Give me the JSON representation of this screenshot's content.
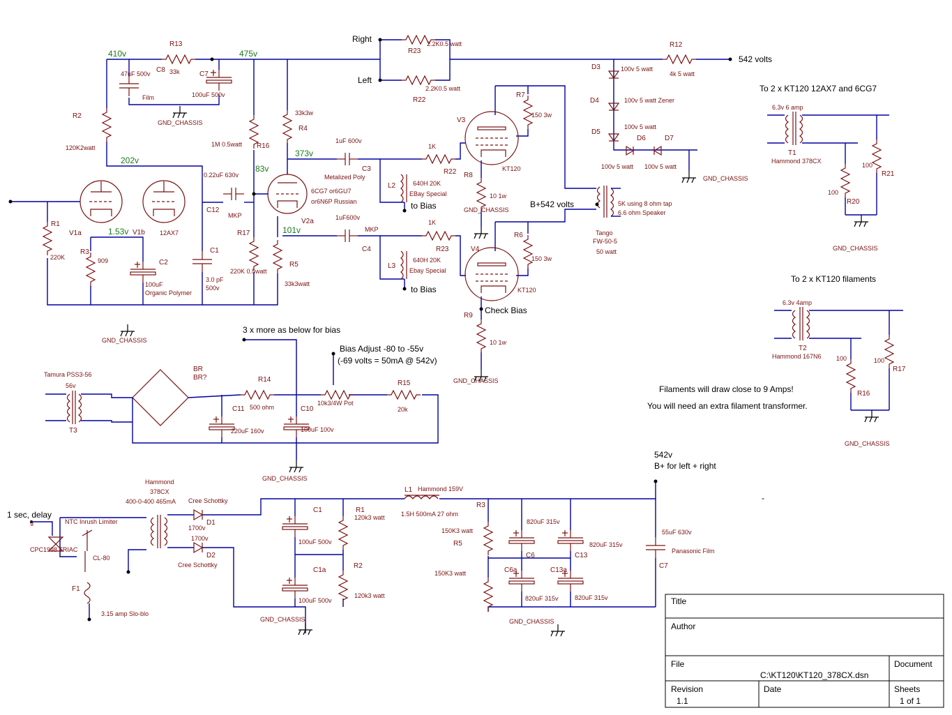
{
  "labels": {
    "right_in": "Right",
    "left_in": "Left",
    "volts_542": "542 volts",
    "to_bias_1": "to Bias",
    "to_bias_2": "to Bias",
    "bplus_542": "B+542 volts",
    "check_bias": "Check Bias",
    "to_12ax7": "To 2 x KT120 12AX7  and 6CG7",
    "to_filaments": "To 2 x KT120 filaments",
    "filament_note_1": "Filaments will draw close to 9 Amps!",
    "filament_note_2": "You will need an extra filament transformer.",
    "three_more": "3 x more as below for bias",
    "bias_adjust_1": "Bias Adjust -80 to -55v",
    "bias_adjust_2": "(-69 volts = 50mA @ 542v)",
    "delay": "1 sec, delay",
    "b542v": "542v",
    "bplus_lr": "B+ for left + right",
    "g_mark": "g",
    "dash_mark": "-"
  },
  "voltages": {
    "v410": "410v",
    "v475": "475v",
    "v202": "202v",
    "v83": "83v",
    "v373": "373v",
    "v153": "1.53v",
    "v101": "101v"
  },
  "refs": {
    "R1": "R1",
    "R2": "R2",
    "R3": "R3",
    "R4": "R4",
    "R5": "R5",
    "R6": "R6",
    "R7": "R7",
    "R8": "R8",
    "R9": "R9",
    "R12": "R12",
    "R13": "R13",
    "R14": "R14",
    "R15": "R15",
    "R16": "R16",
    "R17": "R17",
    "R20": "R20",
    "R21": "R21",
    "R22": "R22",
    "R23": "R23",
    "R16b": "R16",
    "R17b": "R17",
    "R22b": "R22",
    "R23b": "R23",
    "C1": "C1",
    "C2": "C2",
    "C3": "C3",
    "C4": "C4",
    "C7": "C7",
    "C8": "C8",
    "C10": "C10",
    "C11": "C11",
    "C12": "C12",
    "V1a": "V1a",
    "V1b": "V1b",
    "V2a": "V2a",
    "V3": "V3",
    "V4": "V4",
    "L2": "L2",
    "L3": "L3",
    "T1": "T1",
    "T2": "T2",
    "T3": "T3",
    "D3": "D3",
    "D4": "D4",
    "D5": "D5",
    "D6": "D6",
    "D7": "D7",
    "BR": "BR",
    "BRq": "BR?",
    "pR1": "R1",
    "pR2": "R2",
    "pR3": "R3",
    "pR5": "R5",
    "pC1": "C1",
    "pC1a": "C1a",
    "pC6": "C6",
    "pC6a": "C6a",
    "pC13": "C13",
    "pC13a": "C13a",
    "pC7": "C7",
    "pL1": "L1",
    "pD1": "D1",
    "pD2": "D2",
    "pF1": "F1"
  },
  "values": {
    "r1": "220K",
    "r2": "120K2watt",
    "r3": "909",
    "r4": "33k3w",
    "r5": "33k3watt",
    "r6": "150 3w",
    "r7": "150 3w",
    "r8": "10 1w",
    "r9": "10 1w",
    "r12": "4k 5 watt",
    "r13": "33k",
    "r14": "500 ohm",
    "r15": "20k",
    "r16": "1M 0.5watt",
    "r17": "220K 0.5watt",
    "r20": "100",
    "r21": "100",
    "r22": "2.2K0.5 watt",
    "r23": "2.2K0.5 watt",
    "r22g": "1K",
    "r23g": "1K",
    "r16f": "100",
    "r17f": "100",
    "c1": "3.0 pF",
    "c1b": "500v",
    "c2": "100uF",
    "c2b": "Organic Polymer",
    "c3": "1uF 600v",
    "c3b": "Metalized Poly",
    "c4": "1uF600v",
    "c4b": "MKP",
    "c7": "100uF 500v",
    "c8": "47uF 500v",
    "c8b": "Film",
    "c10": "100uF 100v",
    "c11": "220uF 160v",
    "c12": "0.22uF 630v",
    "c12b": "MKP",
    "v1": "12AX7",
    "v2": "6CG7 or6GU7",
    "v2b": "or6N6P Russian",
    "v3": "KT120",
    "v4": "KT120",
    "l2": "640H 20K",
    "l2b": "EBay Special",
    "l3": "640H 20K",
    "l3b": "Ebay Special",
    "d3": "100v 5 watt",
    "d4": "100v 5 watt  Zener",
    "d5": "100v 5 watt",
    "d6": "100v 5 watt",
    "d7": "100v 5 watt",
    "out_t": "5K using 8 ohm tap",
    "out_t2": "6.6 ohm Speaker",
    "tango": "Tango",
    "tango2": "FW-50-5",
    "tango3": "50 watt",
    "t1a": "6.3v 6 amp",
    "t1b": "Hammond 378CX",
    "t2a": "6.3v 4amp",
    "t2b": "Hammond 167N6",
    "t3": "Tamura PSS3-56",
    "t3b": "56v",
    "pot": "10k3/4W Pot",
    "gnd": "GND_CHASSIS",
    "hammond": "Hammond",
    "hammond2": "378CX",
    "hammond3": "400-0-400 465mA",
    "schottky1": "Cree Schottky",
    "schottky2": "Cree Schottky",
    "d1v": "1700v",
    "d2v": "1700v",
    "ntc": "NTC Inrush Limiter",
    "cl80": "CL-80",
    "triac": "CPC1998 TRIAC",
    "fuse": "3.15 amp Slo-blo",
    "l1": "Hammond 159V",
    "l1b": "1.5H 500mA 27 ohm",
    "pc1": "100uF 500v",
    "pc1a": "100uF 500v",
    "pr1": "120k3 watt",
    "pr2": "120k3 watt",
    "pr3": "150K3 watt",
    "pr5": "150K3 watt",
    "pc6": "820uF 315v",
    "pc6a": "820uF 315v",
    "pc13": "820uF 315v",
    "pc13a": "820uF 315v",
    "pc7": "55uF 630v",
    "pc7b": "Panasonic Film"
  },
  "title_block": {
    "title": "Title",
    "author": "Author",
    "file": "File",
    "document": "Document",
    "file_value": "C:\\KT120\\KT120_378CX.dsn",
    "revision": "Revision",
    "revision_value": "1.1",
    "date": "Date",
    "sheets": "Sheets",
    "sheets_value": "1 of 1"
  }
}
